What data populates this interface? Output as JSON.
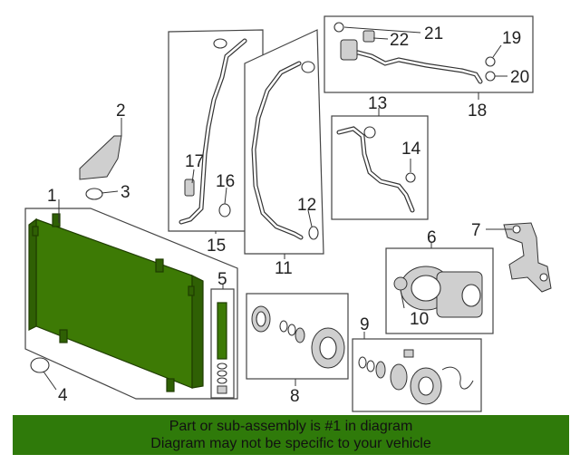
{
  "colors": {
    "highlight": "#3d7a05",
    "highlight_dark": "#1f3d00",
    "banner_bg": "#2f7a0a",
    "line": "#333333"
  },
  "callouts": {
    "c1": "1",
    "c2": "2",
    "c3": "3",
    "c4": "4",
    "c5": "5",
    "c6": "6",
    "c7": "7",
    "c8": "8",
    "c9": "9",
    "c10": "10",
    "c11": "11",
    "c12": "12",
    "c13": "13",
    "c14": "14",
    "c15": "15",
    "c16": "16",
    "c17": "17",
    "c18": "18",
    "c19": "19",
    "c20": "20",
    "c21": "21",
    "c22": "22"
  },
  "banner": {
    "line1": "Part or sub-assembly is #1 in diagram",
    "line2": "Diagram may not be specific to your vehicle"
  }
}
